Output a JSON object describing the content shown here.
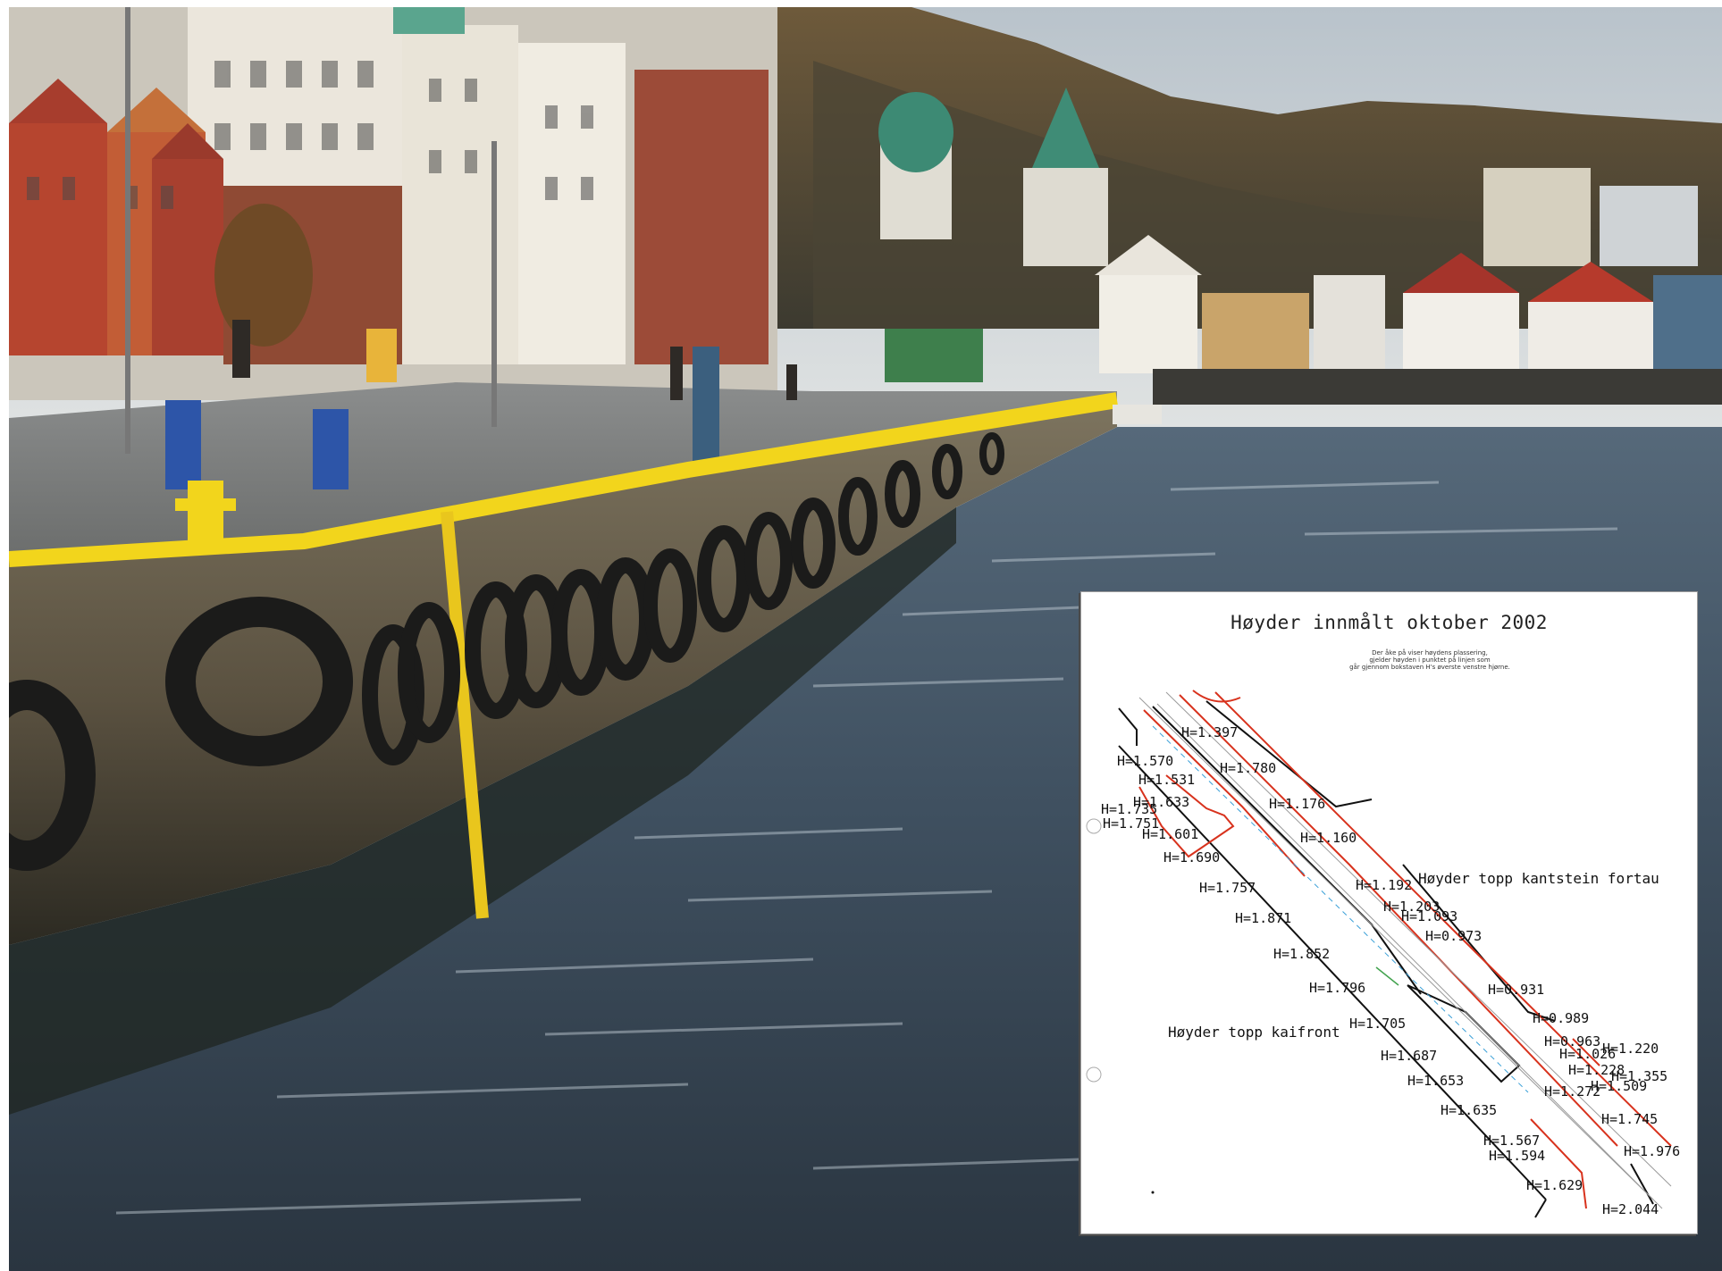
{
  "inset": {
    "title": "Høyder innmålt oktober 2002",
    "note_lines": [
      "Der åke på viser høydens plassering,",
      "gjelder høyden i punktet på linjen som",
      "går gjennom bokstaven H's øverste venstre hjørne."
    ],
    "area_labels": {
      "sidewalk": "Høyder topp kantstein fortau",
      "quay": "Høyder topp kaifront"
    },
    "heights": [
      "H=1.397",
      "H=1.570",
      "H=1.780",
      "H=1.531",
      "H=1.633",
      "H=1.735",
      "H=1.751",
      "H=1.176",
      "H=1.601",
      "H=1.160",
      "H=1.690",
      "H=1.757",
      "H=1.192",
      "H=1.203",
      "H=1.093",
      "H=1.871",
      "H=0.973",
      "H=1.852",
      "H=1.796",
      "H=0.931",
      "H=0.989",
      "H=1.705",
      "H=0.963",
      "H=1.220",
      "H=1.026",
      "H=1.228",
      "H=1.355",
      "H=1.687",
      "H=1.653",
      "H=1.272",
      "H=1.509",
      "H=1.635",
      "H=1.745",
      "H=1.567",
      "H=1.976",
      "H=1.594",
      "H=1.629",
      "H=2.044"
    ]
  },
  "colors": {
    "water": "#3c4a55",
    "quay_stone": "#6f6656",
    "bollard_yellow": "#f2d51c",
    "plan_red": "#d8321d",
    "plan_black": "#111111"
  }
}
